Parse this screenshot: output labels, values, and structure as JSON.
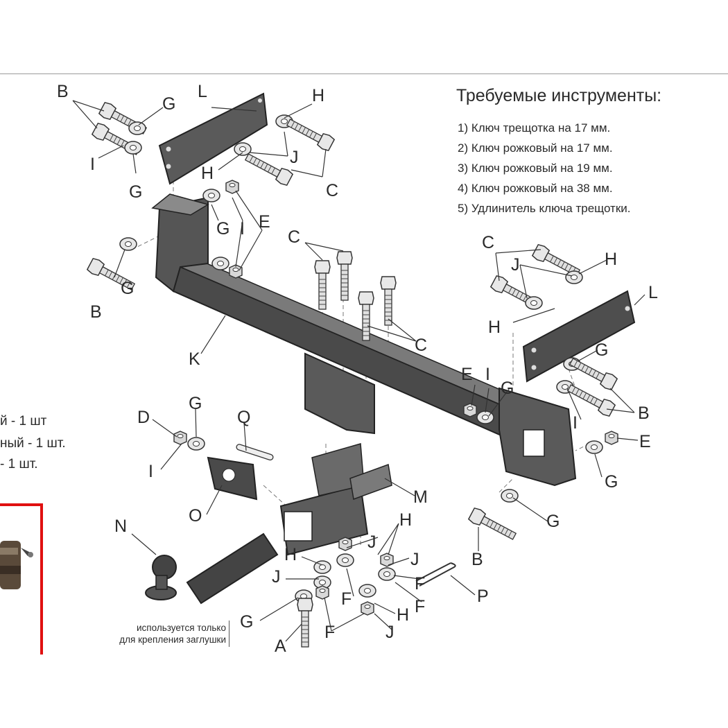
{
  "tools": {
    "title": "Требуемые инструменты:",
    "items": [
      "1) Ключ трещотка на 17 мм.",
      "2) Ключ рожковый на 17 мм.",
      "3) Ключ рожковый на 19 мм.",
      "4) Ключ рожковый на 38 мм.",
      "5) Удлинитель ключа трещотки."
    ]
  },
  "cropped_list": [
    "й - 1 шт",
    "ный - 1 шт.",
    "- 1 шт."
  ],
  "note": [
    "используется только",
    "для крепления заглушки"
  ],
  "part_labels": {
    "A": "A",
    "B": "B",
    "C": "C",
    "D": "D",
    "E": "E",
    "F": "F",
    "G": "G",
    "H": "H",
    "I": "I",
    "J": "J",
    "K": "K",
    "L": "L",
    "M": "M",
    "N": "N",
    "O": "O",
    "P": "P",
    "Q": "Q"
  },
  "colors": {
    "frame_dark": "#3f3f3f",
    "frame_mid": "#6a6a6a",
    "hardware": "#8c8c8c",
    "accent_red": "#e01010"
  }
}
